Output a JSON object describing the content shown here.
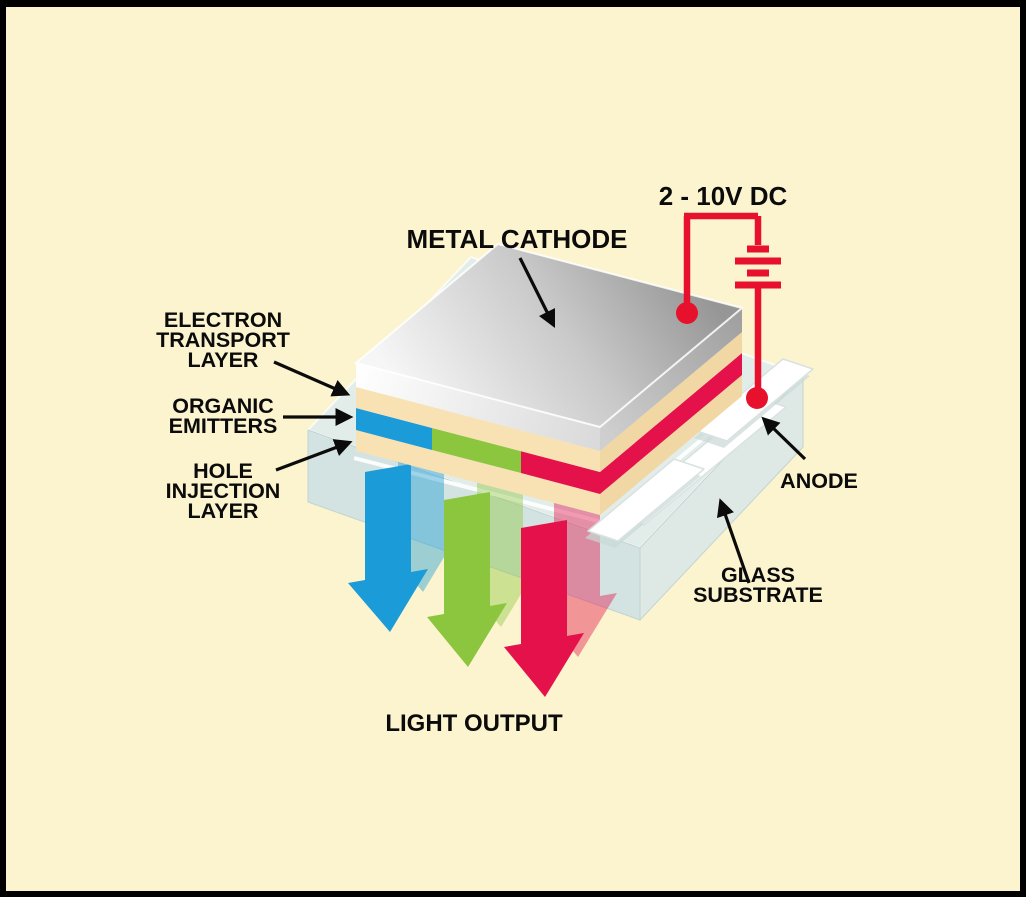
{
  "diagram": {
    "subject": "OLED structure cutaway",
    "background": "#FBF4CF",
    "frame_color": "#000000"
  },
  "power_supply": {
    "label": "2 - 10V DC",
    "wire_color": "#E8112D",
    "component": "battery-symbol"
  },
  "layer_labels": {
    "metal_cathode": {
      "lines": [
        "METAL CATHODE"
      ]
    },
    "electron_transport_layer": {
      "lines": [
        "ELECTRON",
        "TRANSPORT",
        "LAYER"
      ]
    },
    "organic_emitters": {
      "lines": [
        "ORGANIC",
        "EMITTERS"
      ]
    },
    "hole_injection_layer": {
      "lines": [
        "HOLE",
        "INJECTION",
        "LAYER"
      ]
    },
    "anode": {
      "lines": [
        "ANODE"
      ]
    },
    "glass_substrate": {
      "lines": [
        "GLASS",
        "SUBSTRATE"
      ]
    },
    "light_output": {
      "lines": [
        "LIGHT OUTPUT"
      ]
    }
  },
  "materials": {
    "cathode_gray": "#B9B9B9",
    "organic_cream": "#F8E2B4",
    "organic_cream_side": "#F1D7A3",
    "emitter_blue": "#1B9BD7",
    "emitter_green": "#8CC63F",
    "emitter_red": "#E5114B",
    "glass_top": "#E2EDEA",
    "glass_left": "#D3E3E1",
    "glass_right": "#DEE9E6",
    "anode_white": "#FFFFFF"
  },
  "light_beams": [
    {
      "name": "blue light",
      "color": "#1B9BD7"
    },
    {
      "name": "green light",
      "color": "#8CC63F"
    },
    {
      "name": "red light",
      "color": "#E5114B"
    }
  ]
}
